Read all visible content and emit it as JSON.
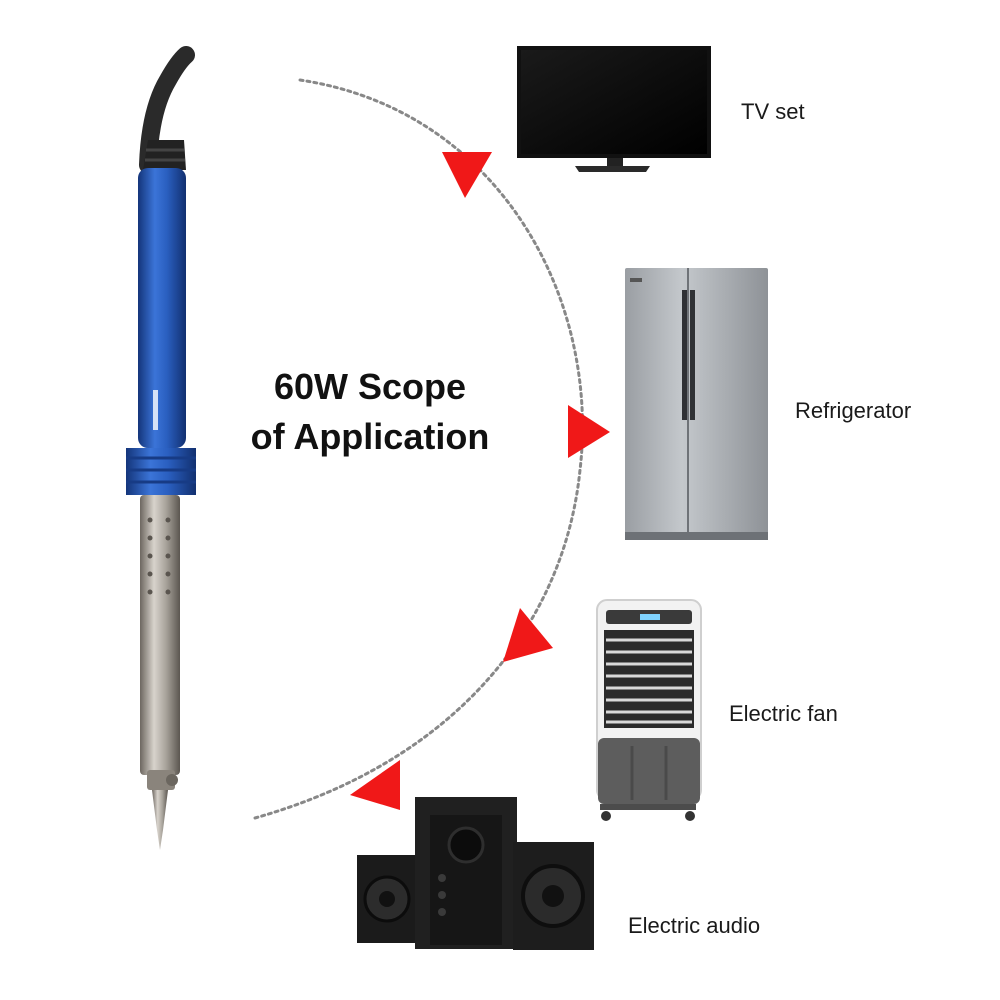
{
  "title": {
    "line1": "60W Scope",
    "line2": "of Application"
  },
  "appliances": [
    {
      "label": "TV set",
      "icon": "tv-icon"
    },
    {
      "label": "Refrigerator",
      "icon": "refrigerator-icon"
    },
    {
      "label": "Electric fan",
      "icon": "air-cooler-fan-icon"
    },
    {
      "label": "Electric audio",
      "icon": "speaker-set-icon"
    }
  ],
  "colors": {
    "arrow": "#f01818",
    "iron_handle": "#2456b8",
    "dotted_arc": "#888888"
  }
}
